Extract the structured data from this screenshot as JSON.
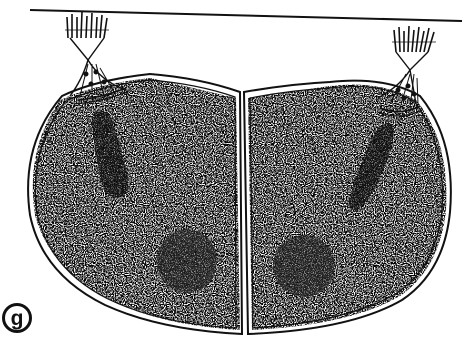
{
  "figure": {
    "panel_label": "g"
  },
  "colors": {
    "ink": "#111111",
    "background": "#ffffff"
  },
  "cells": [
    {
      "name": "left-cell",
      "side": "left"
    },
    {
      "name": "right-cell",
      "side": "right"
    }
  ]
}
